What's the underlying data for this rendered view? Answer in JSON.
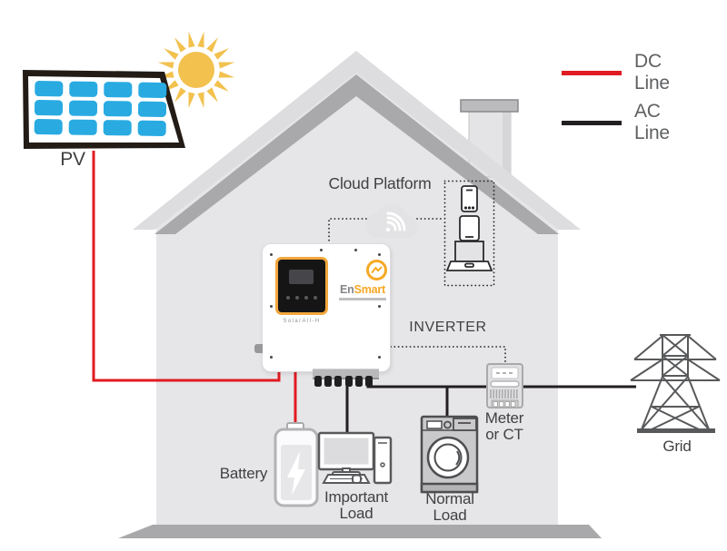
{
  "legend": {
    "items": [
      {
        "label": "DC Line",
        "color": "#e01b22"
      },
      {
        "label": "AC Line",
        "color": "#231f20"
      }
    ]
  },
  "labels": {
    "pv": "PV",
    "cloud_platform": "Cloud Platform",
    "inverter": "INVERTER",
    "battery": "Battery",
    "important_load": "Important Load",
    "normal_load": "Normal Load",
    "meter_or_ct": "Meter or CT",
    "grid": "Grid"
  },
  "inverter_device": {
    "brand_prefix": "En",
    "brand_suffix": "Smart",
    "model": "SolarAll-H"
  },
  "colors": {
    "dc_line": "#e01b22",
    "ac_line": "#231f20",
    "comm_dotted": "#2a2a2c",
    "pv_cell_blue": "#29abe2",
    "pv_frame": "#231b15",
    "sun_gold": "#f2c14e",
    "brand_orange": "#f7a823",
    "house_wall": "#e6e5e7",
    "roof_light": "#dddcde",
    "roof_dark": "#a9a8aa",
    "floor_gray": "#a9a8aa",
    "device_gray": "#58595b",
    "label_text": "#414042"
  },
  "icons": {
    "sun": "sun-icon",
    "solar_panel": "solar-panel-icon",
    "cloud_wifi": "cloud-wifi-icon",
    "smartphone": "smartphone-icon",
    "tablet": "tablet-icon",
    "laptop": "laptop-icon",
    "inverter_display": "inverter-display-icon",
    "battery": "battery-icon",
    "computer": "computer-icon",
    "washing_machine": "washing-machine-icon",
    "energy_meter": "meter-icon",
    "grid_tower": "grid-tower-icon",
    "house": "house-icon",
    "chimney": "chimney-icon"
  }
}
